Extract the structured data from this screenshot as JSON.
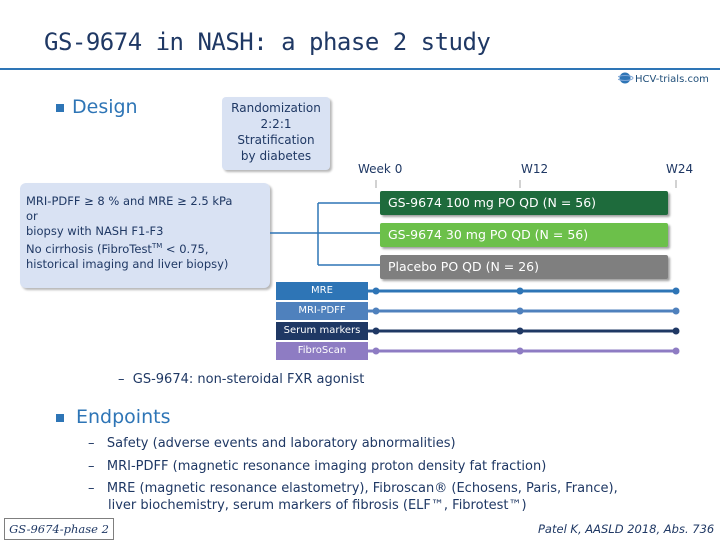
{
  "title": "GS-9674 in NASH: a phase 2 study",
  "logo_text": "HCV-trials.com",
  "design": {
    "heading": "Design",
    "randomization": [
      "Randomization",
      "2:2:1",
      "Stratification",
      "by diabetes"
    ],
    "weeks": [
      "Week 0",
      "W12",
      "W24"
    ],
    "criteria": [
      "MRI-PDFF ≥ 8 % and MRE ≥ 2.5 kPa",
      "or",
      "biopsy with NASH F1-F3",
      "No cirrhosis (FibroTest",
      "TM",
      " < 0.75,",
      "historical imaging and liver biopsy)"
    ],
    "arms": [
      {
        "label": "GS-9674 100 mg PO QD (N = 56)",
        "color": "#1e6b3c"
      },
      {
        "label": "GS-9674 30 mg PO QD (N = 56)",
        "color": "#6cc04a"
      },
      {
        "label": "Placebo PO QD (N = 26)",
        "color": "#7f7f7f"
      }
    ],
    "assessments": [
      {
        "label": "MRE",
        "color": "#2e75b6"
      },
      {
        "label": "MRI-PDFF",
        "color": "#4f81bd"
      },
      {
        "label": "Serum markers",
        "color": "#1f3864"
      },
      {
        "label": "FibroScan",
        "color": "#8e7cc3"
      }
    ],
    "note": "GS-9674: non-steroidal FXR agonist"
  },
  "endpoints": {
    "heading": "Endpoints",
    "items": [
      "Safety (adverse events and laboratory abnormalities)",
      "MRI-PDFF (magnetic resonance imaging proton density fat fraction",
      "MRE (magnetic resonance elastometry), Fibroscan® (Echosens, Paris, France),",
      "liver biochemistry, serum markers of fibrosis (ELF™, Fibrotest™)"
    ]
  },
  "footer": {
    "left": "GS-9674-phase 2",
    "right": "Patel K, AASLD 2018, Abs. 736"
  }
}
